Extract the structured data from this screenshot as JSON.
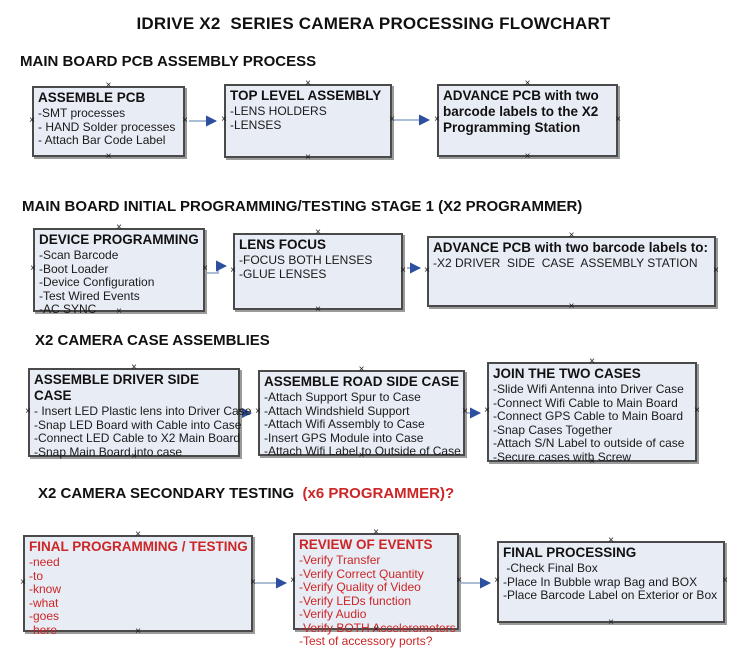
{
  "title": "IDRIVE X2  SERIES CAMERA PROCESSING FLOWCHART",
  "colors": {
    "box_fill": "#e8ecf5",
    "box_border": "#4a4a4a",
    "arrow_line": "#8fa9c9",
    "arrow_head": "#2d4fa0",
    "red_text": "#cc2626"
  },
  "sections": [
    {
      "header": "MAIN BOARD PCB ASSEMBLY PROCESS",
      "boxes": [
        {
          "title": "ASSEMBLE PCB",
          "items": [
            "-SMT processes",
            "- HAND Solder processes",
            "- Attach Bar Code Label"
          ]
        },
        {
          "title": "TOP LEVEL ASSEMBLY",
          "items": [
            "-LENS HOLDERS",
            "-LENSES"
          ]
        },
        {
          "title": "ADVANCE PCB with two barcode labels to the X2 Programming Station",
          "items": []
        }
      ]
    },
    {
      "header": "MAIN BOARD INITIAL PROGRAMMING/TESTING STAGE 1 (X2 PROGRAMMER)",
      "boxes": [
        {
          "title": "DEVICE PROGRAMMING",
          "items": [
            "-Scan Barcode",
            "-Boot Loader",
            "-Device Configuration",
            "-Test Wired Events",
            "-AC SYNC"
          ]
        },
        {
          "title": "LENS FOCUS",
          "items": [
            "-FOCUS BOTH LENSES",
            "-GLUE LENSES"
          ]
        },
        {
          "title": "ADVANCE PCB with two barcode labels to:",
          "items": [
            "-X2 DRIVER  SIDE  CASE  ASSEMBLY STATION"
          ]
        }
      ]
    },
    {
      "header": "X2 CAMERA CASE ASSEMBLIES",
      "boxes": [
        {
          "title": "ASSEMBLE DRIVER SIDE CASE",
          "items": [
            "- Insert LED Plastic lens into Driver Case",
            "-Snap LED Board with Cable into Case",
            "-Connect LED Cable to X2 Main Board",
            "-Snap Main Board into case"
          ]
        },
        {
          "title": "ASSEMBLE ROAD SIDE CASE",
          "items": [
            "-Attach Support Spur to Case",
            "-Attach Windshield Support",
            "-Attach Wifi Assembly to Case",
            "-Insert GPS Module into Case",
            "-Attach Wifi Label to Outside of Case"
          ]
        },
        {
          "title": "JOIN THE TWO CASES",
          "items": [
            "-Slide Wifi Antenna into Driver Case",
            "-Connect Wifi Cable to Main Board",
            "-Connect GPS Cable to Main Board",
            "-Snap Cases Together",
            "-Attach S/N Label to outside of case",
            "-Secure cases with Screw"
          ]
        }
      ]
    },
    {
      "header": "X2 CAMERA SECONDARY TESTING  ",
      "header_red": "(x6 PROGRAMMER)?",
      "boxes": [
        {
          "title": "FINAL PROGRAMMING / TESTING",
          "items": [
            "-need",
            "-to",
            "-know",
            "-what",
            "-goes",
            "-here"
          ]
        },
        {
          "title": "REVIEW OF EVENTS",
          "items": [
            "-Verify Transfer",
            "-Verify Correct Quantity",
            "-Verify Quality of Video",
            "-Verify LEDs function",
            "-Verify Audio",
            "-Verify BOTH Accelerometers",
            "-Test of accessory ports?"
          ]
        },
        {
          "title": "FINAL PROCESSING",
          "items": [
            " -Check Final Box",
            "-Place In Bubble wrap Bag and BOX",
            "-Place Barcode Label on Exterior or Box"
          ]
        }
      ]
    }
  ],
  "handle_glyph": "×"
}
